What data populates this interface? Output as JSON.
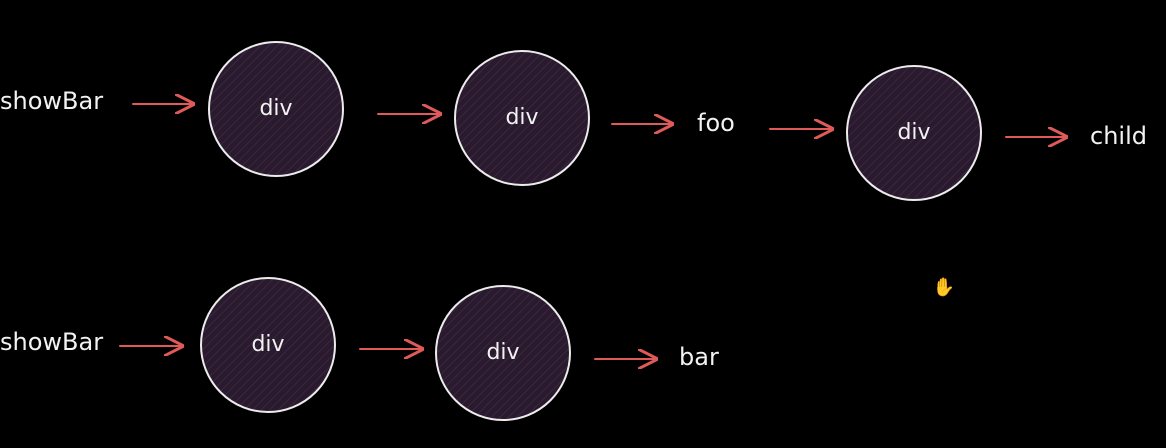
{
  "diagram": {
    "rows": [
      {
        "id": "row-1",
        "nodes": [
          {
            "type": "text",
            "label": "showBar"
          },
          {
            "type": "circle",
            "label": "div"
          },
          {
            "type": "circle",
            "label": "div"
          },
          {
            "type": "text",
            "label": "foo"
          },
          {
            "type": "circle",
            "label": "div"
          },
          {
            "type": "text",
            "label": "child"
          }
        ]
      },
      {
        "id": "row-2",
        "nodes": [
          {
            "type": "text",
            "label": "showBar"
          },
          {
            "type": "circle",
            "label": "div"
          },
          {
            "type": "circle",
            "label": "div"
          },
          {
            "type": "text",
            "label": "bar"
          }
        ]
      }
    ],
    "colors": {
      "background": "#000000",
      "circle_fill": "#2a1a2e",
      "circle_stroke": "#ececec",
      "arrow": "#e05a5a",
      "text": "#f2f2f2"
    }
  }
}
